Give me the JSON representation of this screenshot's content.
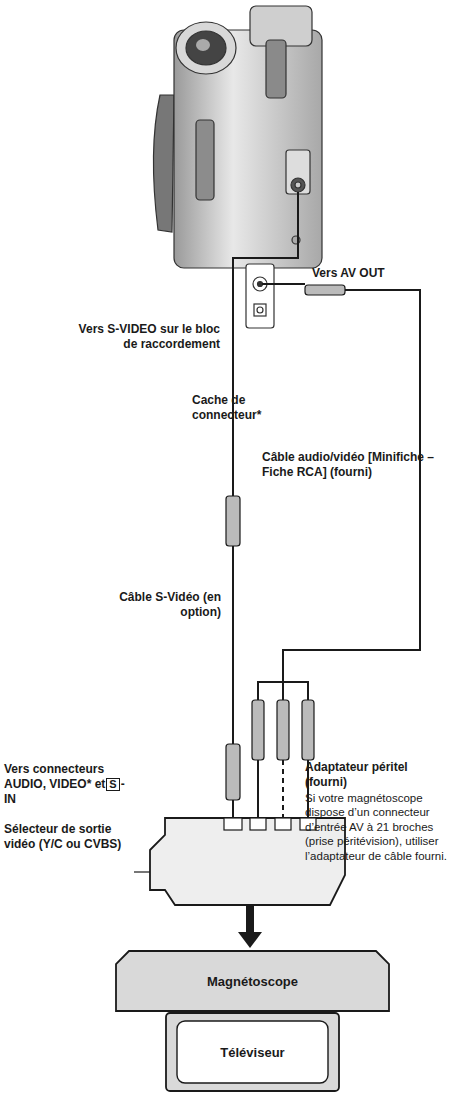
{
  "diagram": {
    "nodes": [
      {
        "text": [
          "Magnétoscope"
        ]
      },
      {
        "text": [
          "Téléviseur"
        ]
      }
    ],
    "labels": [
      "Vers S-VIDEO sur le bloc de raccordement",
      "Vers AV OUT",
      "Cache de connecteur*",
      "Câble audio/vidéo [Minifiche – Fiche RCA] (fourni)",
      "Câble S-Vidéo (en option)",
      "Vers connecteurs AUDIO, VIDEO* et",
      "S",
      "-IN",
      "Adaptateur péritel (fourni)",
      "Si votre magnétoscope dispose d’un connecteur d’entrée AV à 21 broches (prise péritévision), utiliser l’adaptateur de câble fourni.",
      "Sélecteur de sortie vidéo (Y/C ou CVBS)"
    ]
  }
}
